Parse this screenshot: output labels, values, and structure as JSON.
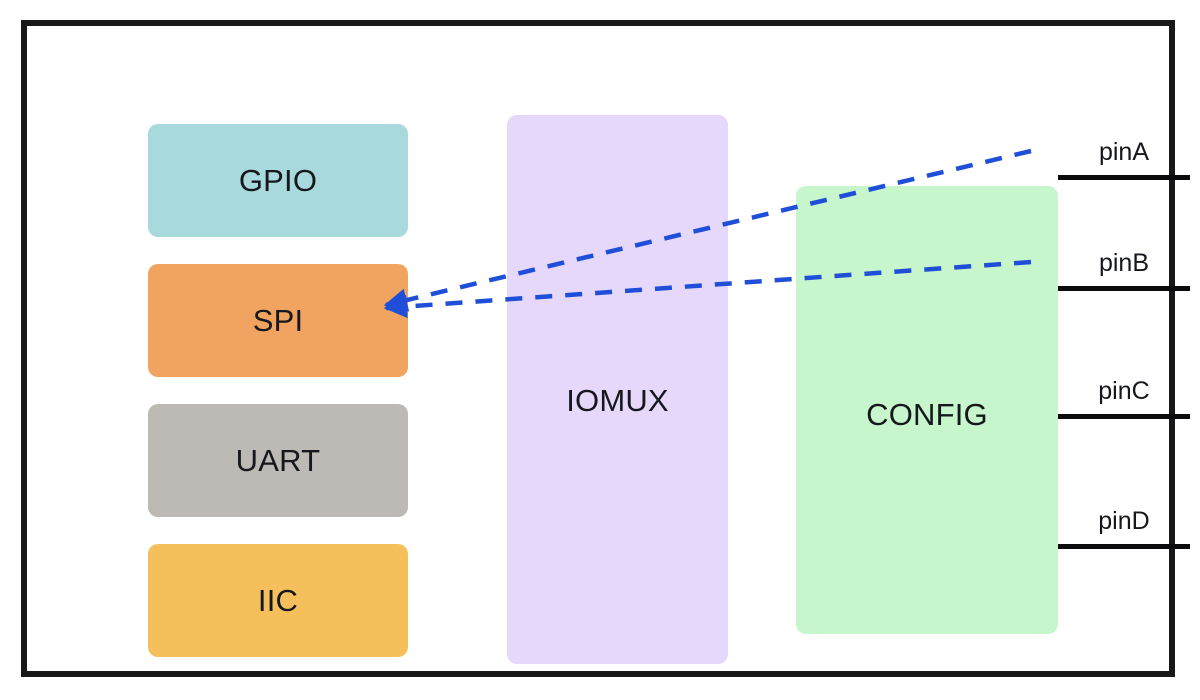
{
  "diagram": {
    "title": "IOMUX pin multiplexing diagram",
    "frame": {
      "border_color": "#18181b"
    },
    "peripherals": [
      {
        "id": "gpio",
        "label": "GPIO",
        "color": "#a8d9dd"
      },
      {
        "id": "spi",
        "label": "SPI",
        "color": "#f0a460"
      },
      {
        "id": "uart",
        "label": "UART",
        "color": "#bdb9b4"
      },
      {
        "id": "iic",
        "label": "IIC",
        "color": "#f5c05c"
      }
    ],
    "stages": [
      {
        "id": "iomux",
        "label": "IOMUX",
        "color": "#e6d8fb"
      },
      {
        "id": "config",
        "label": "CONFIG",
        "color": "#c7f5cc"
      }
    ],
    "pins": [
      {
        "id": "pinA",
        "label": "pinA",
        "line_color": "#0b0b0d"
      },
      {
        "id": "pinB",
        "label": "pinB",
        "line_color": "#0b0b0d"
      },
      {
        "id": "pinC",
        "label": "pinC",
        "line_color": "#0b0b0d"
      },
      {
        "id": "pinD",
        "label": "pinD",
        "line_color": "#0b0b0d"
      }
    ],
    "connections": [
      {
        "id": "pinA-to-spi",
        "from": "pinA",
        "to": "spi",
        "style": "dashed",
        "color": "#1f4fd8",
        "arrow": "to-spi"
      },
      {
        "id": "pinB-to-spi",
        "from": "pinB",
        "to": "spi",
        "style": "dashed",
        "color": "#1f4fd8",
        "arrow": "to-spi"
      }
    ]
  }
}
